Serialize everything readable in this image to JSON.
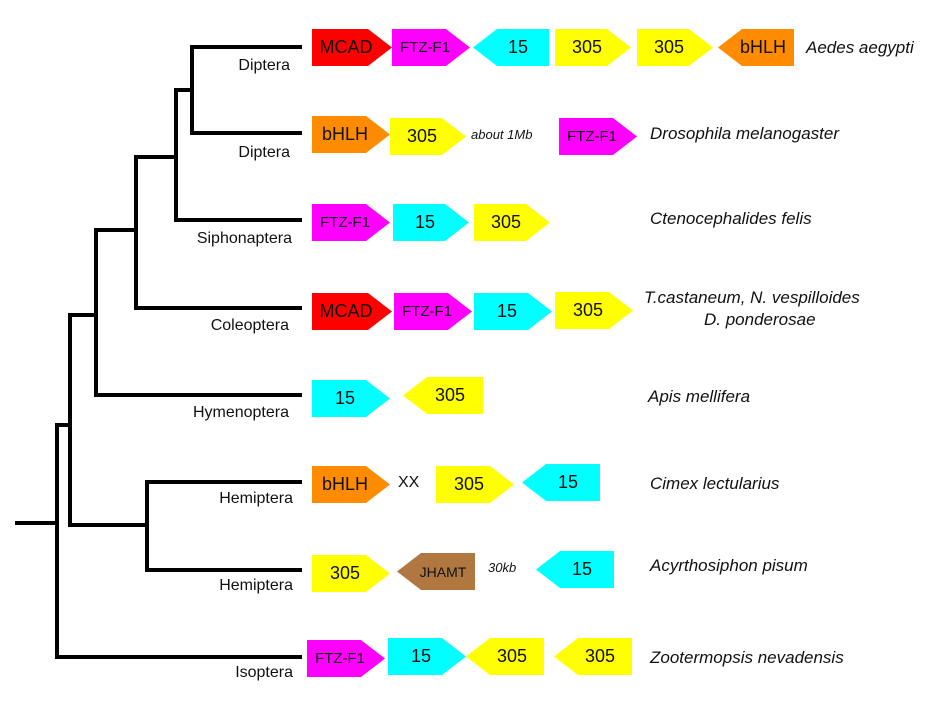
{
  "colors": {
    "MCAD": "#ff0000",
    "FTZ-F1": "#ff00ff",
    "15": "#00ffff",
    "305": "#ffff00",
    "bHLH": "#ff8c00",
    "JHAMT": "#b07840",
    "branch": "#000000"
  },
  "rows": [
    {
      "order": "Diptera",
      "species": [
        "Aedes aegypti"
      ],
      "genes": [
        {
          "label": "MCAD",
          "dir": "right"
        },
        {
          "label": "FTZ-F1",
          "dir": "right"
        },
        {
          "label": "15",
          "dir": "left"
        },
        {
          "label": "305",
          "dir": "right"
        },
        {
          "label": "305",
          "dir": "right"
        },
        {
          "label": "bHLH",
          "dir": "left"
        }
      ],
      "notes": []
    },
    {
      "order": "Diptera",
      "species": [
        "Drosophila melanogaster"
      ],
      "genes": [
        {
          "label": "bHLH",
          "dir": "right"
        },
        {
          "label": "305",
          "dir": "right"
        },
        {
          "label": "FTZ-F1",
          "dir": "right"
        }
      ],
      "notes": [
        "about 1Mb"
      ]
    },
    {
      "order": "Siphonaptera",
      "species": [
        "Ctenocephalides felis"
      ],
      "genes": [
        {
          "label": "FTZ-F1",
          "dir": "right"
        },
        {
          "label": "15",
          "dir": "right"
        },
        {
          "label": "305",
          "dir": "right"
        }
      ],
      "notes": []
    },
    {
      "order": "Coleoptera",
      "species": [
        "T.castaneum, N.  vespilloides",
        "D. ponderosae"
      ],
      "genes": [
        {
          "label": "MCAD",
          "dir": "right"
        },
        {
          "label": "FTZ-F1",
          "dir": "right"
        },
        {
          "label": "15",
          "dir": "right"
        },
        {
          "label": "305",
          "dir": "right"
        }
      ],
      "notes": []
    },
    {
      "order": "Hymenoptera",
      "species": [
        "Apis mellifera"
      ],
      "genes": [
        {
          "label": "15",
          "dir": "right"
        },
        {
          "label": "305",
          "dir": "left"
        }
      ],
      "notes": []
    },
    {
      "order": "Hemiptera",
      "species": [
        "Cimex lectularius"
      ],
      "genes": [
        {
          "label": "bHLH",
          "dir": "right"
        },
        {
          "label": "305",
          "dir": "right"
        },
        {
          "label": "15",
          "dir": "left"
        }
      ],
      "notes": [
        "XX"
      ]
    },
    {
      "order": "Hemiptera",
      "species": [
        "Acyrthosiphon pisum"
      ],
      "genes": [
        {
          "label": "305",
          "dir": "right"
        },
        {
          "label": "JHAMT",
          "dir": "left"
        },
        {
          "label": "15",
          "dir": "left"
        }
      ],
      "notes": [
        "30kb"
      ]
    },
    {
      "order": "Isoptera",
      "species": [
        "Zootermopsis nevadensis"
      ],
      "genes": [
        {
          "label": "FTZ-F1",
          "dir": "right"
        },
        {
          "label": "15",
          "dir": "right"
        },
        {
          "label": "305",
          "dir": "left"
        },
        {
          "label": "305",
          "dir": "left"
        }
      ],
      "notes": []
    }
  ]
}
